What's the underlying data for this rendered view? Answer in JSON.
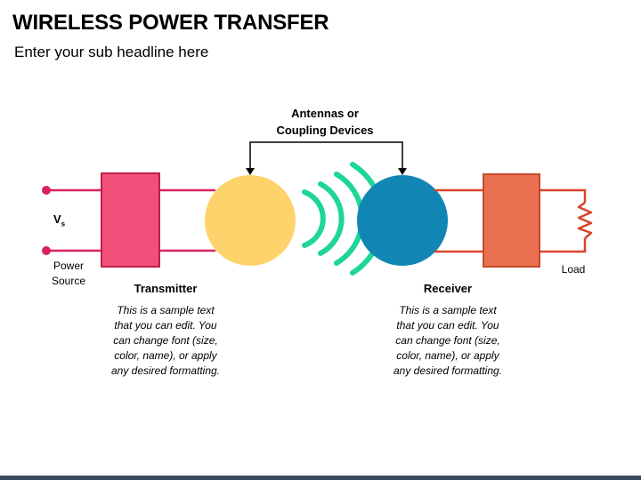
{
  "header": {
    "title": "WIRELESS POWER TRANSFER",
    "subtitle": "Enter your sub headline here"
  },
  "diagram": {
    "antennas_label_line1": "Antennas or",
    "antennas_label_line2": "Coupling Devices",
    "vs_label": "V",
    "vs_subscript": "s",
    "power_source_line1": "Power",
    "power_source_line2": "Source",
    "load_label": "Load",
    "transmitter": {
      "title": "Transmitter",
      "desc": [
        "This is a sample text",
        "that you can edit. You",
        "can change font (size,",
        "color, name), or apply",
        "any desired formatting."
      ]
    },
    "receiver": {
      "title": "Receiver",
      "desc": [
        "This is a sample text",
        "that you can edit. You",
        "can change font (size,",
        "color, name), or apply",
        "any desired formatting."
      ]
    },
    "colors": {
      "transmitter_box": "#f0507a",
      "transmit_wire": "#d8235a",
      "transmit_antenna": "#ffd36b",
      "waves": "#1fd69a",
      "receive_antenna": "#1186b5",
      "receiver_box": "#e8704f",
      "receive_wire": "#d9452a"
    }
  }
}
